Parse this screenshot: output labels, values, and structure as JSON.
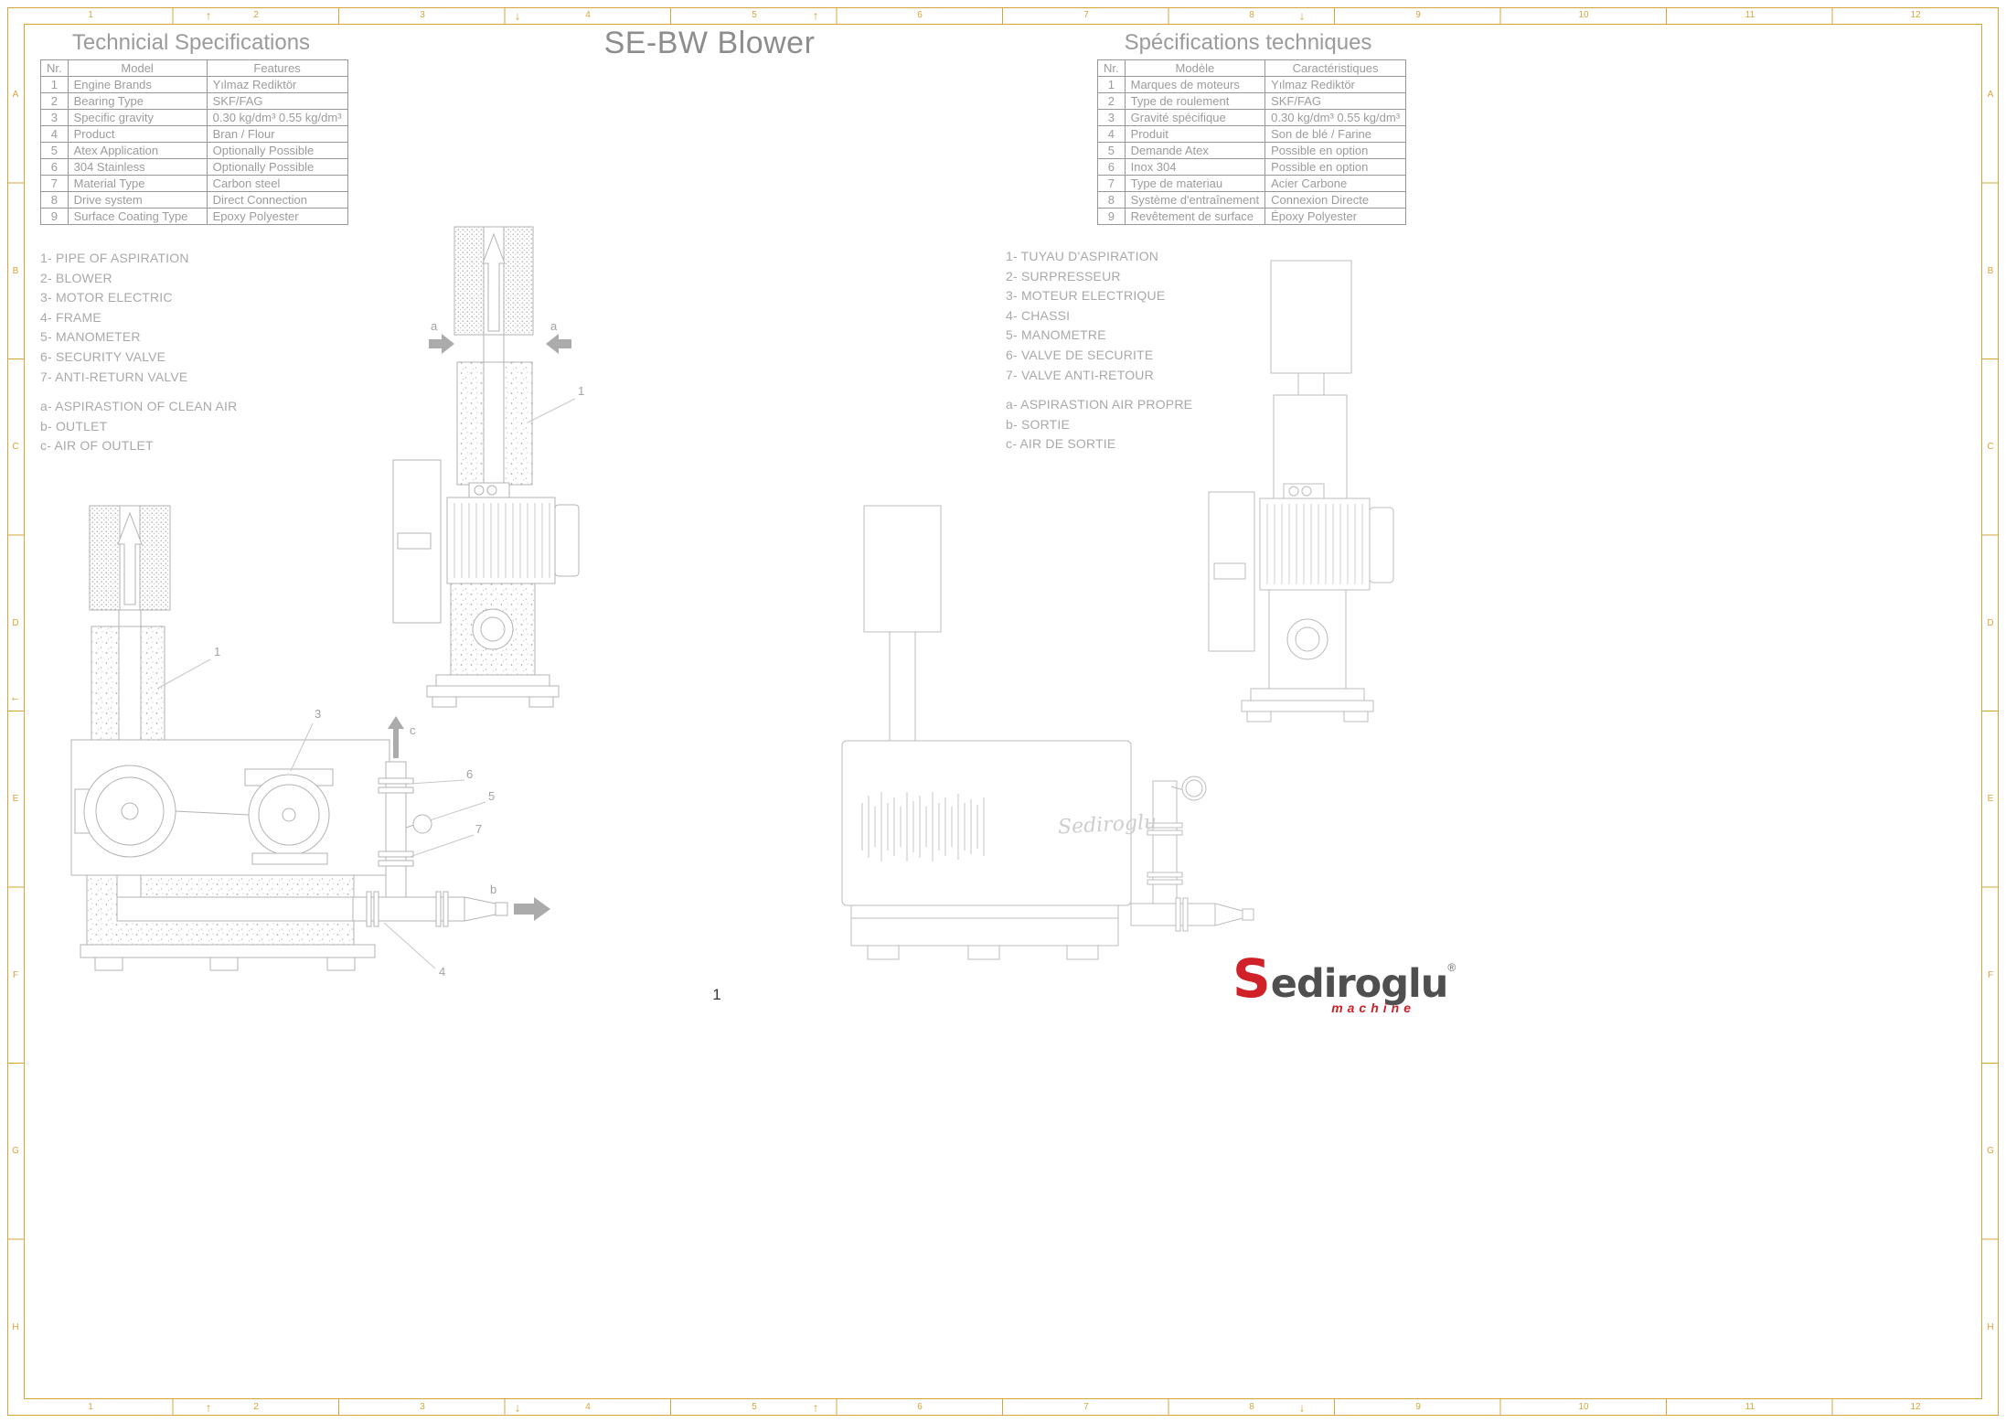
{
  "page": {
    "title": "SE-BW Blower",
    "number": "1"
  },
  "frame": {
    "top_numbers": [
      "1",
      "2",
      "3",
      "4",
      "5",
      "6",
      "7",
      "8",
      "9",
      "10",
      "11",
      "12"
    ],
    "bottom_numbers": [
      "1",
      "2",
      "3",
      "4",
      "5",
      "6",
      "7",
      "8",
      "9",
      "10",
      "11",
      "12"
    ],
    "side_letters": [
      "A",
      "B",
      "C",
      "D",
      "E",
      "F",
      "G",
      "H"
    ],
    "mark_up": "↑",
    "mark_down": "↓",
    "mark_left": "←",
    "accent_color": "#d7a43a"
  },
  "left_table": {
    "title": "Technicial Specifications",
    "headers": [
      "Nr.",
      "Model",
      "Features"
    ],
    "rows": [
      [
        "1",
        "Engine Brands",
        "Yılmaz Rediktör"
      ],
      [
        "2",
        "Bearing Type",
        "SKF/FAG"
      ],
      [
        "3",
        "Specific gravity",
        "0.30 kg/dm³  0.55 kg/dm³"
      ],
      [
        "4",
        "Product",
        "Bran / Flour"
      ],
      [
        "5",
        "Atex Application",
        "Optionally Possible"
      ],
      [
        "6",
        "304 Stainless",
        "Optionally Possible"
      ],
      [
        "7",
        "Material Type",
        "Carbon steel"
      ],
      [
        "8",
        "Drive system",
        "Direct Connection"
      ],
      [
        "9",
        "Surface Coating Type",
        "Epoxy Polyester"
      ]
    ]
  },
  "right_table": {
    "title": "Spécifications techniques",
    "headers": [
      "Nr.",
      "Modèle",
      "Caractéristiques"
    ],
    "rows": [
      [
        "1",
        "Marques de moteurs",
        "Yılmaz Rediktör"
      ],
      [
        "2",
        "Type de roulement",
        "SKF/FAG"
      ],
      [
        "3",
        "Gravité spécifique",
        "0.30 kg/dm³  0.55 kg/dm³"
      ],
      [
        "4",
        "Produit",
        "Son de blé / Farine"
      ],
      [
        "5",
        "Demande Atex",
        "Possible en option"
      ],
      [
        "6",
        "Inox 304",
        "Possible en option"
      ],
      [
        "7",
        "Type de materiau",
        "Acier Carbone"
      ],
      [
        "8",
        "Système d'entraînement",
        "Connexion Directe"
      ],
      [
        "9",
        "Revêtement de surface",
        "Époxy Polyester"
      ]
    ]
  },
  "left_legend": {
    "numbered": [
      "1- PIPE OF ASPIRATION",
      "2- BLOWER",
      "3- MOTOR ELECTRIC",
      "4- FRAME",
      "5- MANOMETER",
      "6- SECURITY VALVE",
      "7- ANTI-RETURN VALVE"
    ],
    "lettered": [
      "a- ASPIRASTION OF CLEAN AIR",
      "b- OUTLET",
      "c- AIR OF OUTLET"
    ]
  },
  "right_legend": {
    "numbered": [
      "1- TUYAU D'ASPIRATION",
      "2- SURPRESSEUR",
      "3- MOTEUR ELECTRIQUE",
      "4- CHASSI",
      "5- MANOMETRE",
      "6- VALVE DE SECURITE",
      "7- VALVE ANTI-RETOUR"
    ],
    "lettered": [
      "a- ASPIRASTION AIR PROPRE",
      "b- SORTIE",
      "c- AIR DE SORTIE"
    ]
  },
  "callouts": {
    "n1": "1",
    "n3": "3",
    "n4": "4",
    "n5": "5",
    "n6": "6",
    "n7": "7",
    "a": "a",
    "b": "b",
    "c": "c"
  },
  "enclosure_brand": "Sediroglu",
  "logo": {
    "s": "S",
    "rest": "ediroglu",
    "reg": "®",
    "sub": "machine"
  }
}
